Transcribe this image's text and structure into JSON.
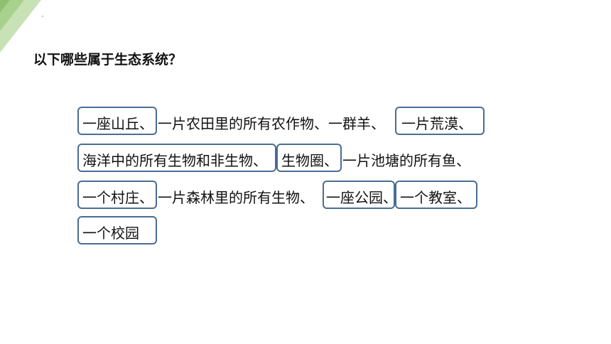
{
  "question": "以下哪些属于生态系统？",
  "lines": [
    [
      "一座山丘、",
      "一片农田里的所有农作物、一群羊、",
      "一片荒漠、"
    ],
    [
      "海洋中的所有生物和非生物、",
      "生物圈、",
      "一片池塘的所有鱼、"
    ],
    [
      "一个村庄、",
      "一片森林里的所有生物、",
      "一座公园、",
      "一个教室、"
    ],
    [
      "一个校园"
    ]
  ],
  "colors": {
    "box_border": "#4a6d93",
    "corner_green": "#a9d18e"
  }
}
